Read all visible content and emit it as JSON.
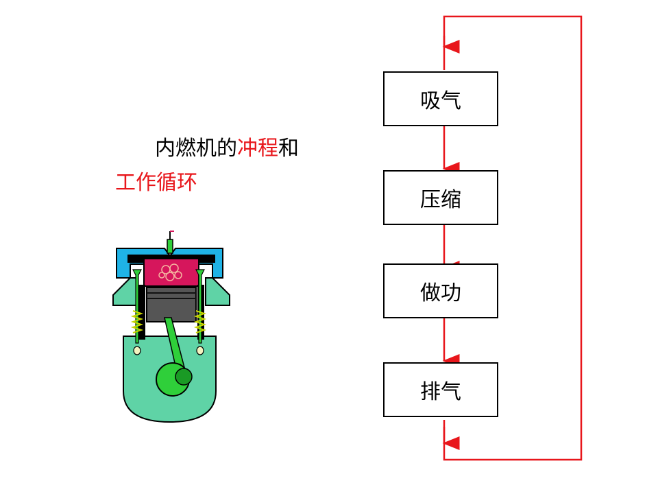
{
  "title": {
    "line1_black": "内燃机的",
    "line1_red": "冲程",
    "line1_tail": "和",
    "line2_red": "工作循环"
  },
  "cycle": {
    "steps": [
      "吸气",
      "压缩",
      "做功",
      "排气"
    ]
  },
  "colors": {
    "arrow": "#e8161b",
    "highlight_text": "#e8161b",
    "engine_head": "#1fb3e6",
    "engine_block": "#5fd3a6",
    "chamber": "#d6165c",
    "valve": "#2fcf3a"
  }
}
